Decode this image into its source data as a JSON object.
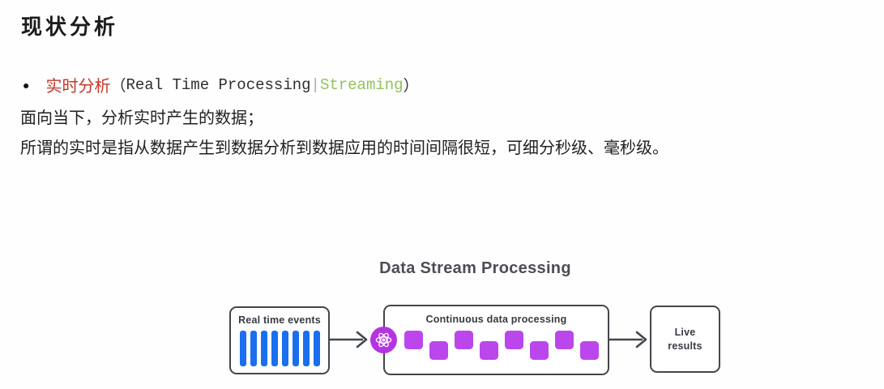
{
  "page": {
    "title": "现状分析"
  },
  "bullet": {
    "marker": "●",
    "term": "实时分析",
    "paren_open": "（",
    "latin": "Real Time Processing ",
    "pipe": "|",
    "streaming": "Streaming",
    "paren_close": "）"
  },
  "paragraphs": [
    "面向当下，分析实时产生的数据；",
    "所谓的实时是指从数据产生到数据分析到数据应用的时间间隔很短，可细分秒级、毫秒级。"
  ],
  "diagram": {
    "title": "Data Stream Processing",
    "nodes": [
      {
        "label": "Real time events"
      },
      {
        "label": "Continuous data processing"
      },
      {
        "label": "Live results"
      }
    ],
    "bar_count": 8,
    "square_count": 8
  },
  "colors": {
    "term_red": "#c53728",
    "streaming_green": "#92c25a",
    "bar_blue": "#1a6ff0",
    "square_purple": "#bb47ec",
    "atom_purple": "#b433e2",
    "border_gray": "#43464c",
    "title_gray": "#4d4d56"
  }
}
